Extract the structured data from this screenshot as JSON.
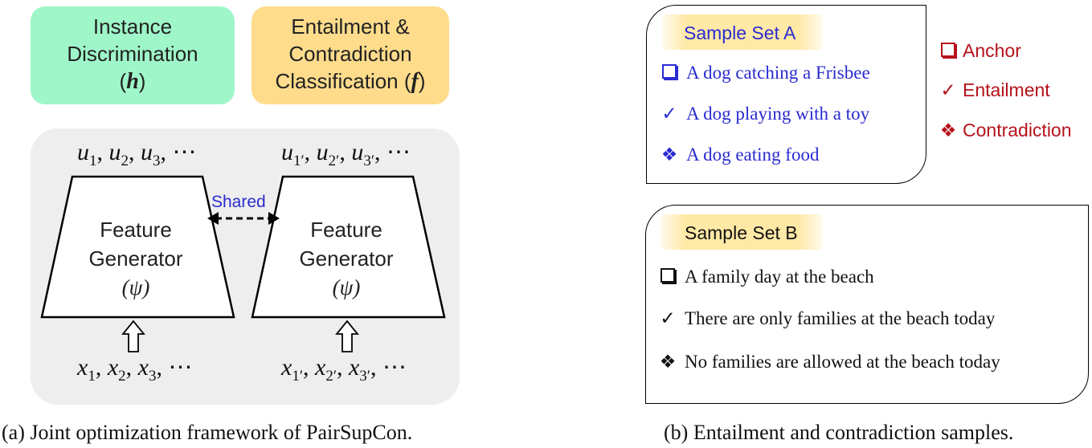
{
  "left": {
    "heads": {
      "instance": {
        "line1": "Instance",
        "line2": "Discrimination",
        "symbol": "h",
        "color": "#9ff6c9"
      },
      "entail": {
        "line1": "Entailment &",
        "line2": "Contradiction",
        "line3_prefix": "Classification",
        "symbol": "f",
        "color": "#fedc8c"
      }
    },
    "outputs_left": "u₁, u₂, u₃, ⋯",
    "outputs_right": "u₁′, u₂′, u₃′, ⋯",
    "inputs_left": "x₁, x₂, x₃, ⋯",
    "inputs_right": "x₁′, x₂′, x₃′, ⋯",
    "shared_label": "Shared",
    "shared_color": "#2a2bd1",
    "generator": {
      "line1": "Feature",
      "line2": "Generator",
      "symbol": "(ψ)"
    },
    "caption": "(a) Joint optimization framework of PairSupCon."
  },
  "right": {
    "set_a": {
      "title": "Sample Set A",
      "items": [
        {
          "marker": "anchor",
          "text": "A dog catching a Frisbee"
        },
        {
          "marker": "entailment",
          "text": "A dog playing with a toy"
        },
        {
          "marker": "contradiction",
          "text": "A dog eating food"
        }
      ],
      "color": "#2a2bd1"
    },
    "set_b": {
      "title": "Sample Set B",
      "items": [
        {
          "marker": "anchor",
          "text": "A family day at the beach"
        },
        {
          "marker": "entailment",
          "text": "There are only families at the beach today"
        },
        {
          "marker": "contradiction",
          "text": "No families are allowed at the beach today"
        }
      ],
      "color": "#111111"
    },
    "legend": {
      "anchor": "Anchor",
      "entailment": "Entailment",
      "contradiction": "Contradiction",
      "color": "#b5121b"
    },
    "caption": "(b) Entailment and contradiction samples."
  }
}
